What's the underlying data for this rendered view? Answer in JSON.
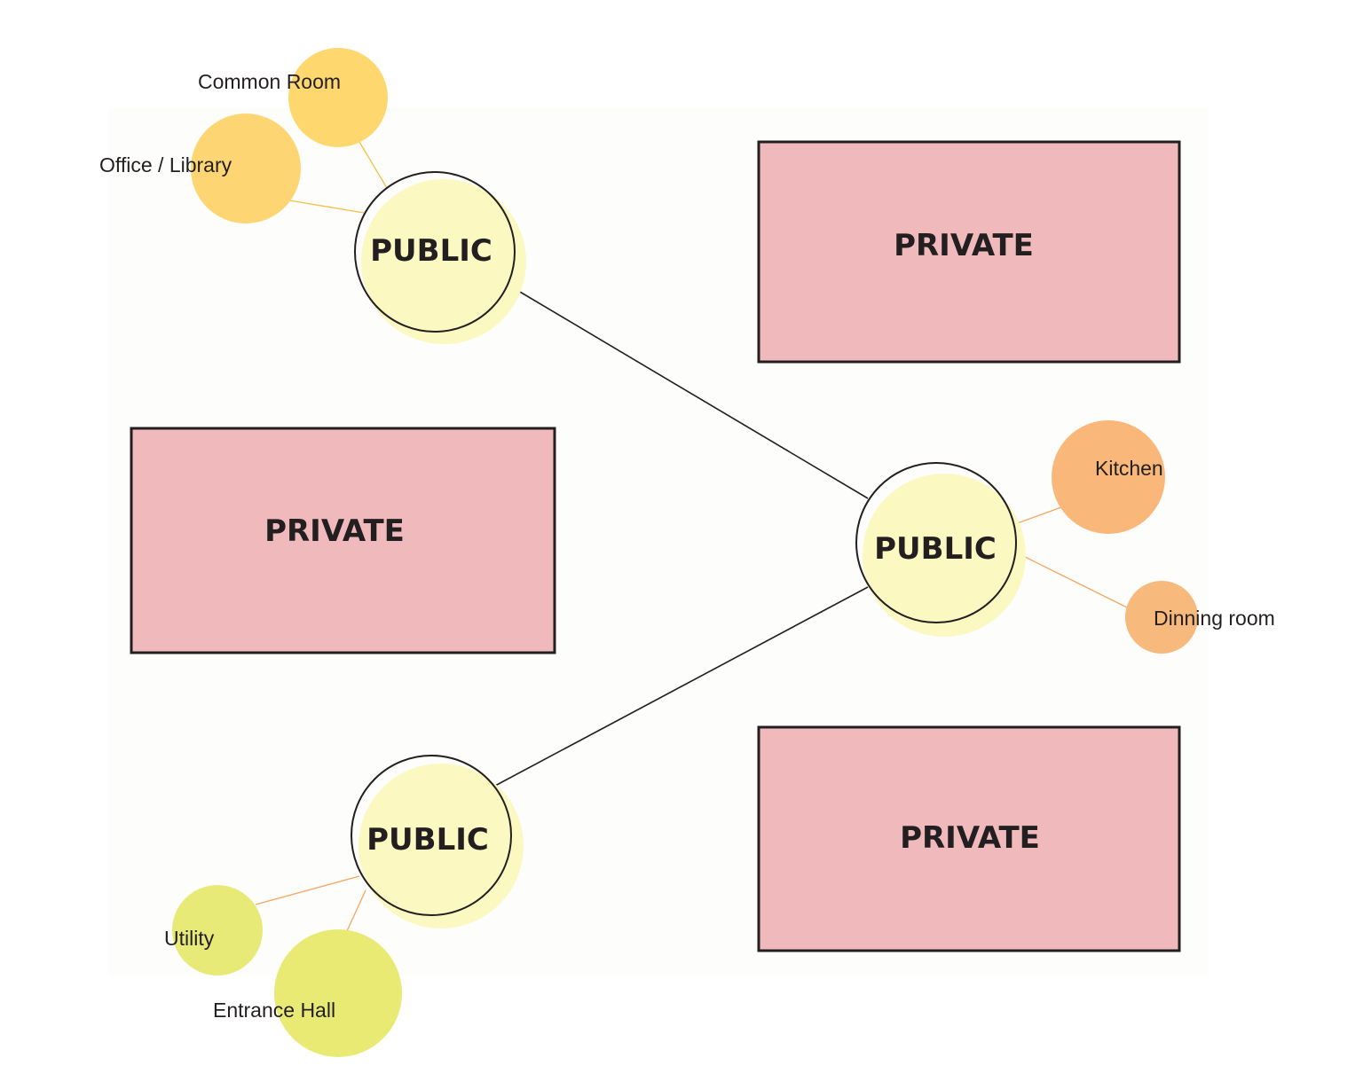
{
  "colors": {
    "background": "#fdfdfb",
    "private_fill": "#f0babd",
    "public_fill": "#fcf8c2",
    "common_room": "#fed86e",
    "office_library": "#fdd673",
    "kitchen": "#f9b87a",
    "dinning_room": "#f8b97c",
    "utility": "#e8ea78",
    "entrance_hall": "#e9ea74",
    "stroke": "#231f20"
  },
  "zones": {
    "private_top": "PRIVATE",
    "private_left": "PRIVATE",
    "private_bottom": "PRIVATE"
  },
  "hubs": {
    "public_top": "PUBLIC",
    "public_right": "PUBLIC",
    "public_bottom": "PUBLIC"
  },
  "rooms": {
    "common_room": "Common Room",
    "office_library": "Office / Library",
    "kitchen": "Kitchen",
    "dinning_room": "Dinning room",
    "utility": "Utility",
    "entrance_hall": "Entrance Hall"
  }
}
